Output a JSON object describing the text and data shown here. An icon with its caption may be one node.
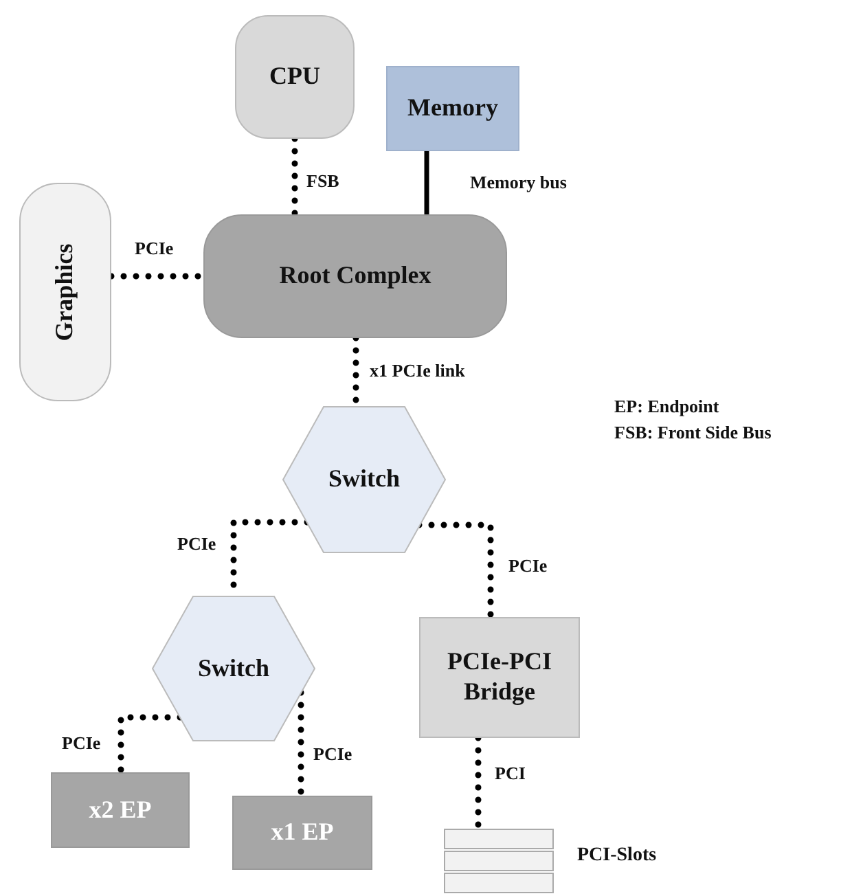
{
  "diagram": {
    "nodes": [
      {
        "text": [
          "CPU"
        ]
      },
      {
        "text": [
          "Memory"
        ]
      },
      {
        "text": [
          "Graphics"
        ]
      },
      {
        "text": [
          "Root Complex"
        ]
      },
      {
        "text": [
          "Switch"
        ]
      },
      {
        "text": [
          "Switch"
        ]
      },
      {
        "text": [
          "PCIe-PCI Bridge"
        ]
      },
      {
        "text": [
          "x2 EP"
        ]
      },
      {
        "text": [
          "x1 EP"
        ]
      },
      {
        "text": [],
        "shape": "box",
        "beside": [
          "PCI-Slots"
        ]
      }
    ],
    "edges": [
      {
        "from": 0,
        "to": 3,
        "arrow": "none",
        "label": "FSB",
        "style": "dashed"
      },
      {
        "from": 1,
        "to": 3,
        "arrow": "none",
        "label": "Memory bus"
      },
      {
        "from": 2,
        "to": 3,
        "arrow": "none",
        "label": "PCIe",
        "style": "dashed"
      },
      {
        "from": 3,
        "to": 4,
        "arrow": "none",
        "label": "x1 PCIe link",
        "style": "dashed"
      },
      {
        "from": 4,
        "to": 5,
        "arrow": "none",
        "label": "PCIe",
        "style": "dashed"
      },
      {
        "from": 4,
        "to": 6,
        "arrow": "none",
        "label": "PCIe",
        "style": "dashed"
      },
      {
        "from": 5,
        "to": 7,
        "arrow": "none",
        "label": "PCIe",
        "style": "dashed"
      },
      {
        "from": 5,
        "to": 8,
        "arrow": "none",
        "label": "PCIe",
        "style": "dashed"
      },
      {
        "from": 6,
        "to": 9,
        "arrow": "none",
        "label": "PCI",
        "style": "dashed"
      }
    ],
    "labels": [
      "EP: Endpoint",
      "FSB: Front Side Bus"
    ]
  }
}
